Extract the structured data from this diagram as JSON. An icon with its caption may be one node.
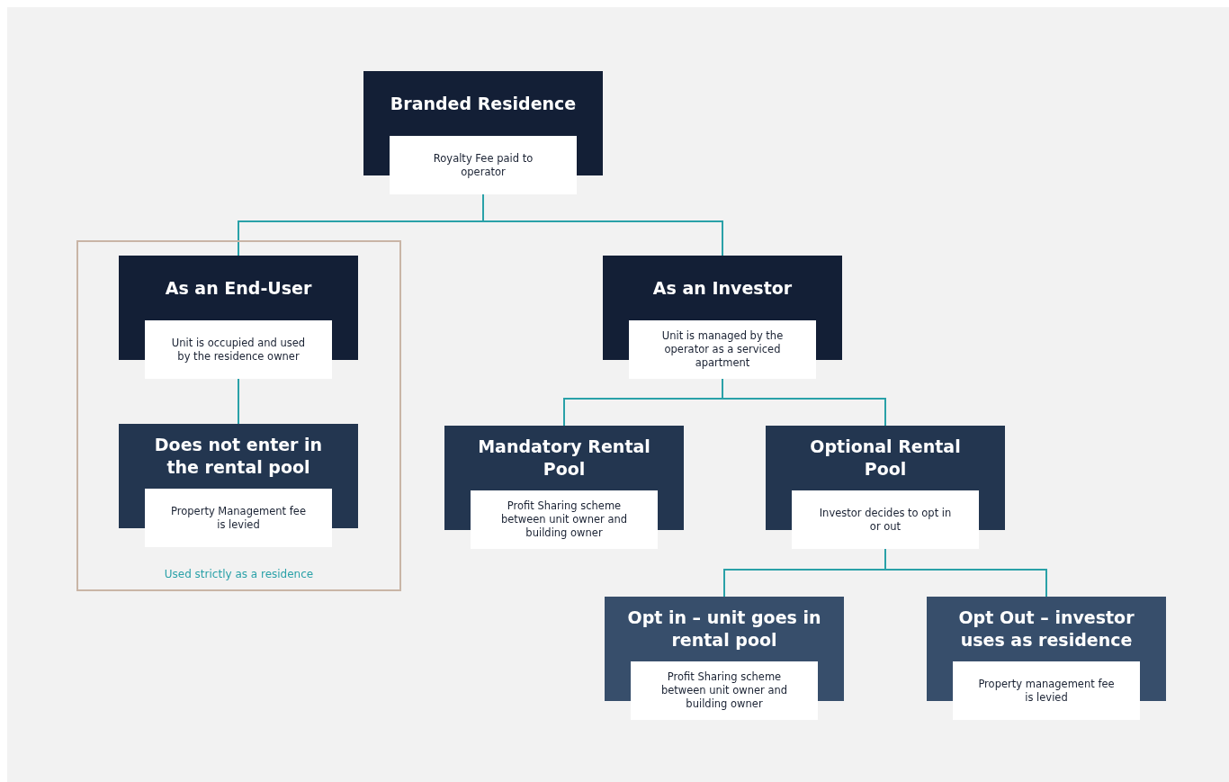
{
  "diagram": {
    "nodes": [
      {
        "text": [
          "Branded Residence",
          "Royalty Fee paid to operator"
        ]
      },
      {
        "text": [
          "Used strictly as a residence"
        ]
      },
      {
        "text": [
          "As an End-User",
          "Unit is occupied and used by the residence owner"
        ],
        "in": 1
      },
      {
        "text": [
          "Does not enter in the rental pool",
          "Property Management fee is levied"
        ],
        "in": 1
      },
      {
        "text": [
          "As an Investor",
          "Unit is managed by the operator as a serviced apartment"
        ]
      },
      {
        "text": [
          "Mandatory Rental Pool",
          "Profit Sharing scheme between unit owner and building owner"
        ]
      },
      {
        "text": [
          "Optional Rental Pool",
          "Investor decides to opt in or out"
        ]
      },
      {
        "text": [
          "Opt in – unit goes in rental pool",
          "Profit Sharing scheme between unit owner and building owner"
        ]
      },
      {
        "text": [
          "Opt Out – investor uses as residence",
          "Property management fee is levied"
        ]
      }
    ],
    "edges": [
      {
        "from": 0,
        "to": 2,
        "arrow": "none"
      },
      {
        "from": 0,
        "to": 4,
        "arrow": "none"
      },
      {
        "from": 2,
        "to": 3,
        "arrow": "none"
      },
      {
        "from": 4,
        "to": 5,
        "arrow": "none"
      },
      {
        "from": 4,
        "to": 6,
        "arrow": "none"
      },
      {
        "from": 6,
        "to": 7,
        "arrow": "none"
      },
      {
        "from": 6,
        "to": 8,
        "arrow": "none"
      }
    ]
  }
}
